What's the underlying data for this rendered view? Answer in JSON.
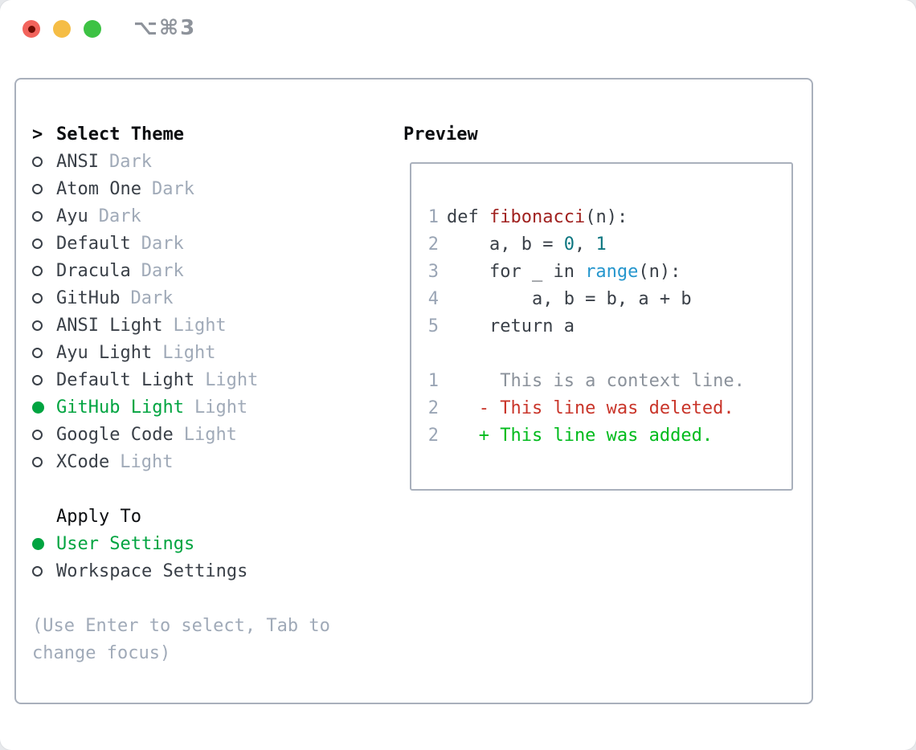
{
  "window": {
    "title": "⌥⌘3"
  },
  "colors": {
    "accent_green": "#00a440",
    "diff_added": "#00bb1c",
    "diff_deleted": "#c9352a",
    "func_red": "#a0211f",
    "number_teal": "#0d7680",
    "builtin_blue": "#2596cd",
    "text_dark": "#3a4048",
    "muted_gray": "#a0aab8",
    "line_number_gray": "#9aa5b5",
    "context_gray": "#8b929b"
  },
  "theme_picker": {
    "prompt": ">",
    "title": "Select Theme",
    "items": [
      {
        "name": "ANSI",
        "variant": "Dark",
        "selected": false
      },
      {
        "name": "Atom One",
        "variant": "Dark",
        "selected": false
      },
      {
        "name": "Ayu",
        "variant": "Dark",
        "selected": false
      },
      {
        "name": "Default",
        "variant": "Dark",
        "selected": false
      },
      {
        "name": "Dracula",
        "variant": "Dark",
        "selected": false
      },
      {
        "name": "GitHub",
        "variant": "Dark",
        "selected": false
      },
      {
        "name": "ANSI Light",
        "variant": "Light",
        "selected": false
      },
      {
        "name": "Ayu Light",
        "variant": "Light",
        "selected": false
      },
      {
        "name": "Default Light",
        "variant": "Light",
        "selected": false
      },
      {
        "name": "GitHub Light",
        "variant": "Light",
        "selected": true
      },
      {
        "name": "Google Code",
        "variant": "Light",
        "selected": false
      },
      {
        "name": "XCode",
        "variant": "Light",
        "selected": false
      }
    ],
    "apply_to": {
      "title": "Apply To",
      "options": [
        {
          "name": "User Settings",
          "selected": true
        },
        {
          "name": "Workspace Settings",
          "selected": false
        }
      ]
    },
    "help_line1": "(Use Enter to select, Tab to",
    "help_line2": "change focus)"
  },
  "preview": {
    "title": "Preview",
    "lines": [
      {
        "num": "1",
        "kind": "code",
        "tokens": [
          {
            "text": "def ",
            "color": "text_dark"
          },
          {
            "text": "fibonacci",
            "color": "func_red"
          },
          {
            "text": "(n):",
            "color": "text_dark"
          }
        ]
      },
      {
        "num": "2",
        "kind": "code",
        "tokens": [
          {
            "text": "    a, b = ",
            "color": "text_dark"
          },
          {
            "text": "0",
            "color": "number_teal"
          },
          {
            "text": ", ",
            "color": "text_dark"
          },
          {
            "text": "1",
            "color": "number_teal"
          }
        ]
      },
      {
        "num": "3",
        "kind": "code",
        "tokens": [
          {
            "text": "    for _ in ",
            "color": "text_dark"
          },
          {
            "text": "range",
            "color": "builtin_blue"
          },
          {
            "text": "(n):",
            "color": "text_dark"
          }
        ]
      },
      {
        "num": "4",
        "kind": "code",
        "tokens": [
          {
            "text": "        a, b = b, a + b",
            "color": "text_dark"
          }
        ]
      },
      {
        "num": "5",
        "kind": "code",
        "tokens": [
          {
            "text": "    return a",
            "color": "text_dark"
          }
        ]
      },
      {
        "num": "",
        "kind": "blank",
        "tokens": []
      },
      {
        "num": "1",
        "kind": "context",
        "tokens": [
          {
            "text": "     This is a context line.",
            "color": "context_gray"
          }
        ]
      },
      {
        "num": "2",
        "kind": "deleted",
        "tokens": [
          {
            "text": "   - This line was deleted.",
            "color": "diff_deleted"
          }
        ]
      },
      {
        "num": "2",
        "kind": "added",
        "tokens": [
          {
            "text": "   + This line was added.",
            "color": "diff_added"
          }
        ]
      }
    ]
  }
}
